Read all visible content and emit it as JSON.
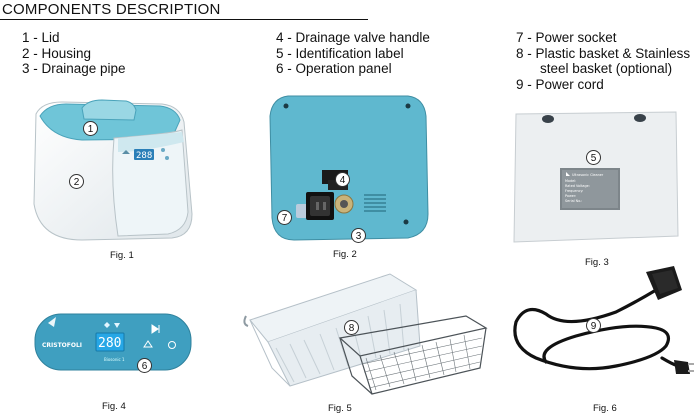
{
  "title": "COMPONENTS DESCRIPTION",
  "components": [
    "1 - Lid",
    "2 - Housing",
    "3 - Drainage pipe",
    "4 - Drainage valve handle",
    "5 - Identification label",
    "6 - Operation panel",
    "7 - Power socket",
    "8 - Plastic basket & Stainless",
    "steel basket (optional)",
    "9 - Power cord"
  ],
  "figures": [
    "Fig. 1",
    "Fig. 2",
    "Fig. 3",
    "Fig. 4",
    "Fig. 5",
    "Fig. 6"
  ],
  "callouts": [
    "1",
    "2",
    "3",
    "4",
    "5",
    "6",
    "7",
    "8",
    "9"
  ],
  "panel": {
    "display_value": "280",
    "brand": "CRISTOFOLI",
    "model": "Biosonic 1"
  },
  "label_text": [
    "Ultrasonic Cleaner",
    "Model:",
    "Rated Voltage:",
    "Frequency:",
    "Power:",
    "Serial No.:"
  ],
  "colors": {
    "device_blue": "#5fb8cf",
    "panel_blue": "#3f9fc0",
    "display": "#27a7e6"
  }
}
